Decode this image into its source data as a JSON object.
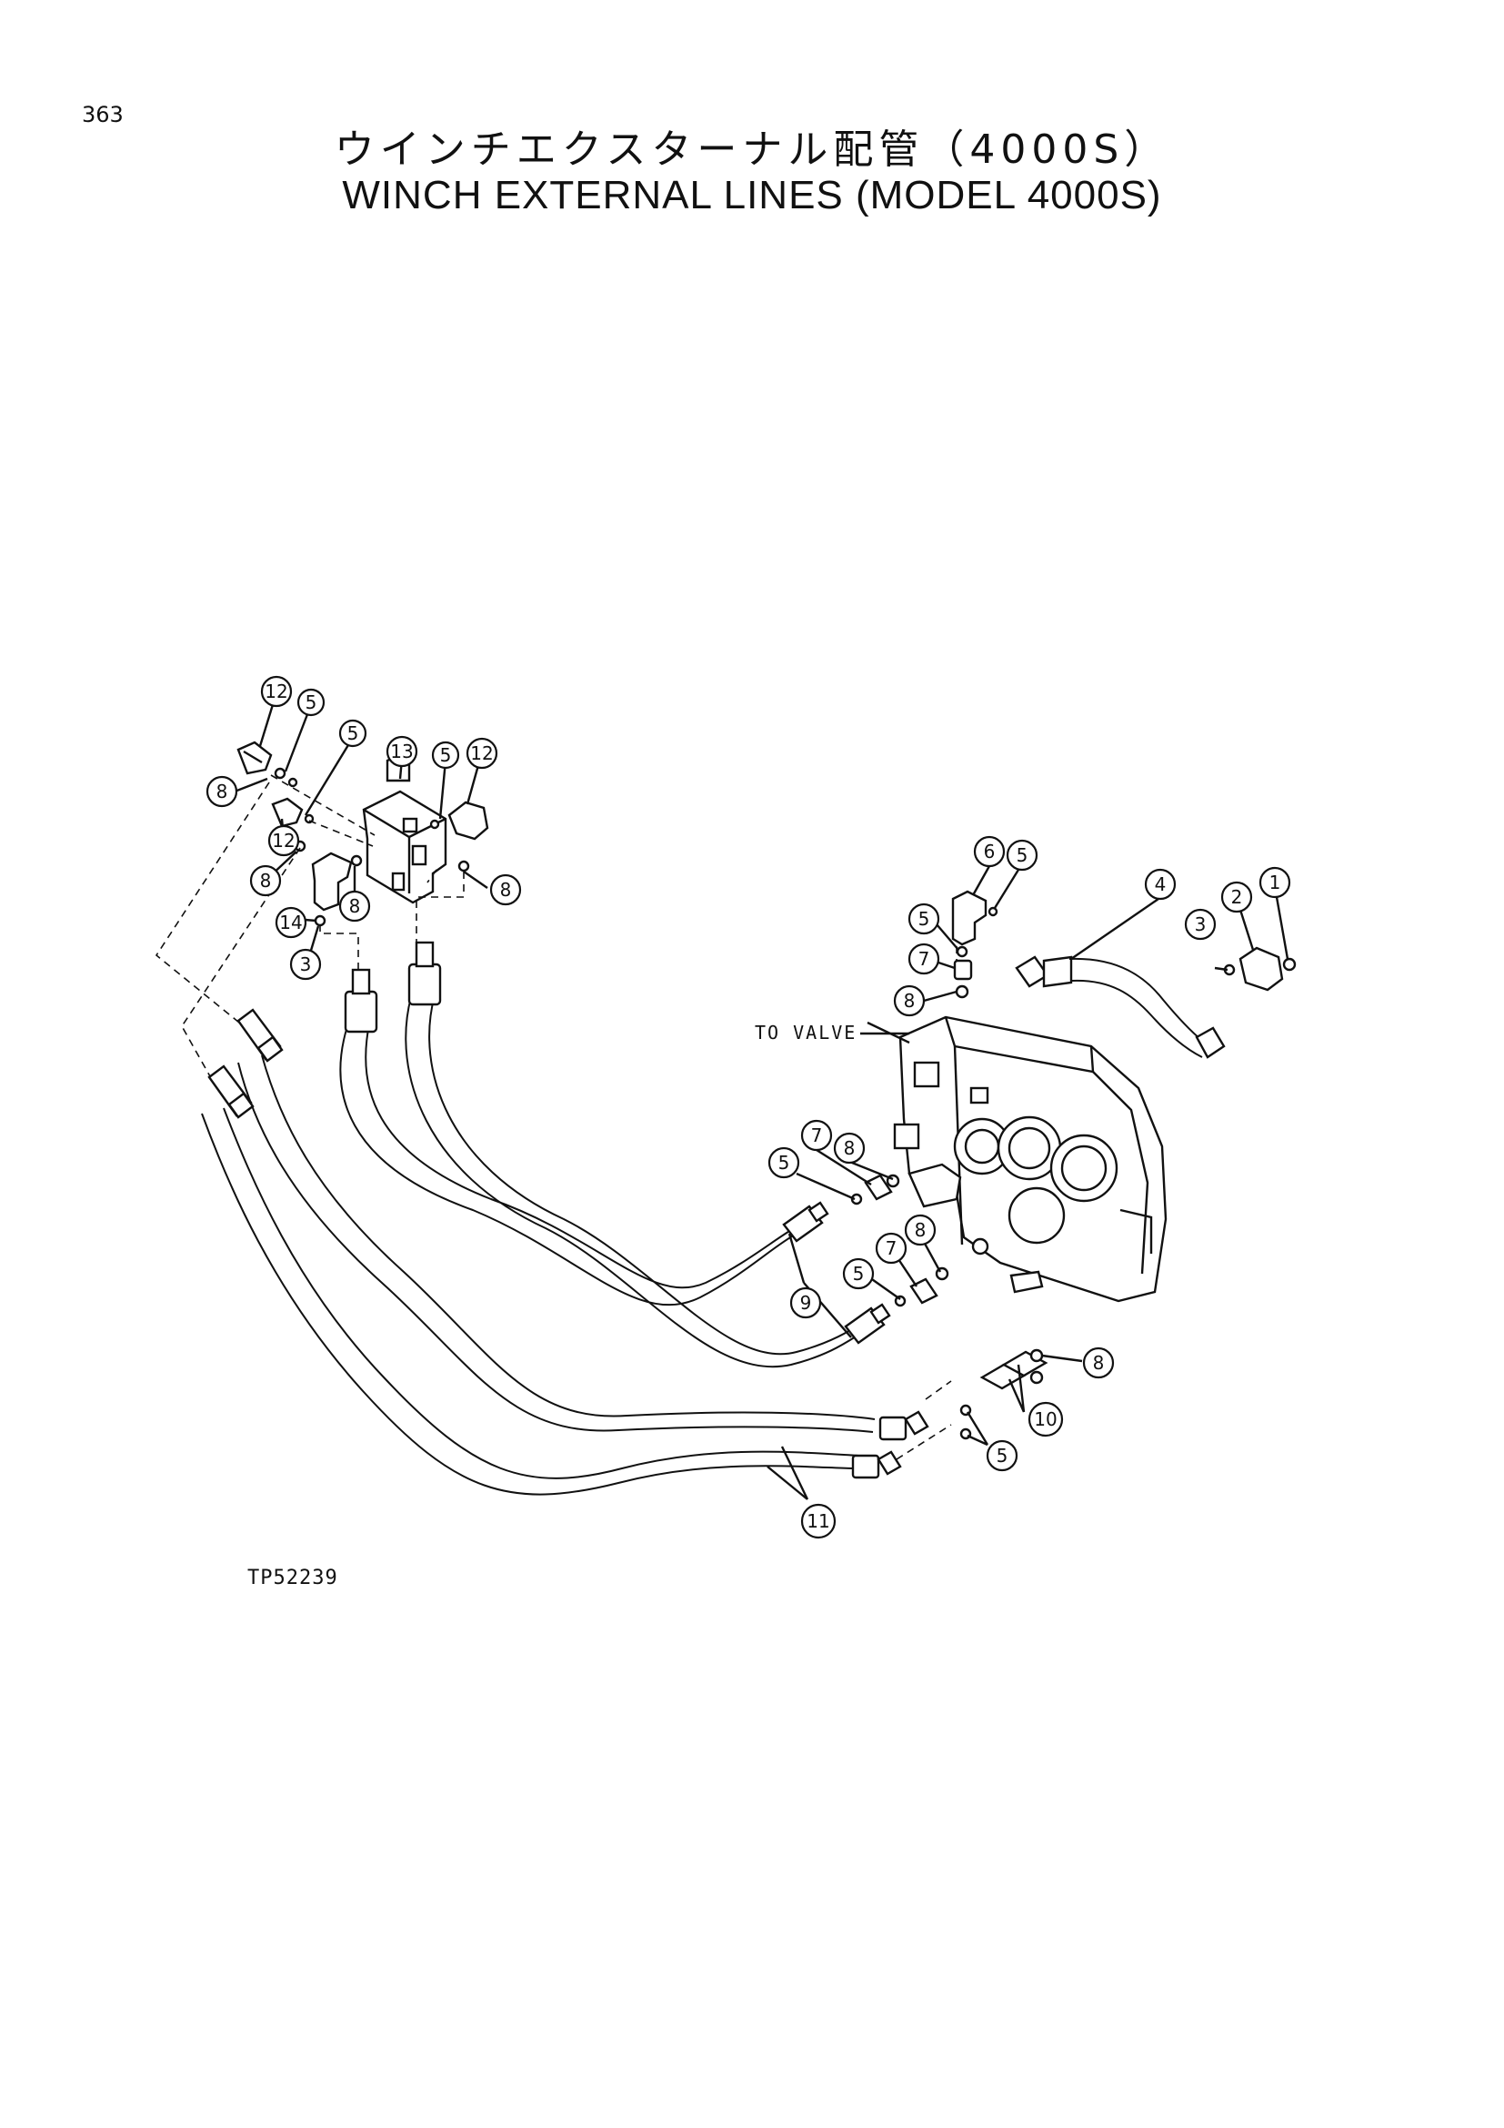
{
  "header": {
    "page_number": "363",
    "title_jp": "ウインチエクスターナル配管（4000S）",
    "title_en": "WINCH  EXTERNAL  LINES  (MODEL  4000S)"
  },
  "diagram": {
    "callouts": [
      {
        "id": "c1",
        "label": "12"
      },
      {
        "id": "c2",
        "label": "5"
      },
      {
        "id": "c3",
        "label": "5"
      },
      {
        "id": "c4",
        "label": "13"
      },
      {
        "id": "c5",
        "label": "5"
      },
      {
        "id": "c6",
        "label": "12"
      },
      {
        "id": "c7",
        "label": "8"
      },
      {
        "id": "c8",
        "label": "12"
      },
      {
        "id": "c9",
        "label": "8"
      },
      {
        "id": "c10",
        "label": "8"
      },
      {
        "id": "c11",
        "label": "8"
      },
      {
        "id": "c12",
        "label": "14"
      },
      {
        "id": "c13",
        "label": "3"
      },
      {
        "id": "c14",
        "label": "6"
      },
      {
        "id": "c15",
        "label": "5"
      },
      {
        "id": "c16",
        "label": "4"
      },
      {
        "id": "c17",
        "label": "3"
      },
      {
        "id": "c18",
        "label": "2"
      },
      {
        "id": "c19",
        "label": "1"
      },
      {
        "id": "c20",
        "label": "5"
      },
      {
        "id": "c21",
        "label": "7"
      },
      {
        "id": "c22",
        "label": "8"
      },
      {
        "id": "c23",
        "label": "8"
      },
      {
        "id": "c24",
        "label": "7"
      },
      {
        "id": "c25",
        "label": "5"
      },
      {
        "id": "c26",
        "label": "8"
      },
      {
        "id": "c27",
        "label": "7"
      },
      {
        "id": "c28",
        "label": "5"
      },
      {
        "id": "c29",
        "label": "9"
      },
      {
        "id": "c30",
        "label": "8"
      },
      {
        "id": "c31",
        "label": "10"
      },
      {
        "id": "c32",
        "label": "5"
      },
      {
        "id": "c33",
        "label": "11"
      }
    ],
    "to_valve_label": "TO VALVE"
  },
  "footer": {
    "drawing_code": "TP52239"
  }
}
